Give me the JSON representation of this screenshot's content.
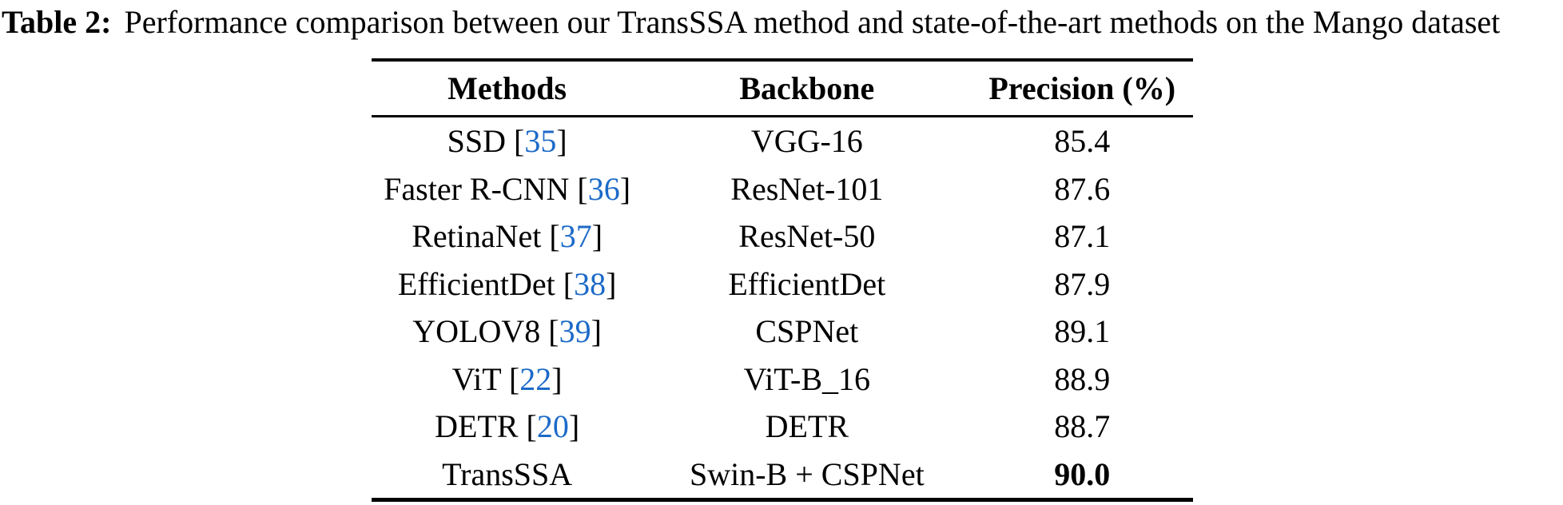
{
  "caption": {
    "label": "Table 2:",
    "text": "Performance comparison between our TransSSA method and state-of-the-art methods on the Mango dataset"
  },
  "table": {
    "link_color": "#1c6ac8",
    "headers": [
      "Methods",
      "Backbone",
      "Precision (%)"
    ],
    "rows": [
      {
        "method": "SSD",
        "ref_open": " [",
        "ref": "35",
        "ref_close": "]",
        "backbone": "VGG-16",
        "precision": "85.4"
      },
      {
        "method": "Faster R-CNN",
        "ref_open": " [",
        "ref": "36",
        "ref_close": "]",
        "backbone": "ResNet-101",
        "precision": "87.6"
      },
      {
        "method": "RetinaNet",
        "ref_open": " [",
        "ref": "37",
        "ref_close": "]",
        "backbone": "ResNet-50",
        "precision": "87.1"
      },
      {
        "method": "EfficientDet",
        "ref_open": " [",
        "ref": "38",
        "ref_close": "]",
        "backbone": "EfficientDet",
        "precision": "87.9"
      },
      {
        "method": "YOLOV8",
        "ref_open": " [",
        "ref": "39",
        "ref_close": "]",
        "backbone": "CSPNet",
        "precision": "89.1"
      },
      {
        "method": "ViT",
        "ref_open": " [",
        "ref": "22",
        "ref_close": "]",
        "backbone": "ViT-B_16",
        "precision": "88.9"
      },
      {
        "method": "DETR",
        "ref_open": " [",
        "ref": "20",
        "ref_close": "]",
        "backbone": "DETR",
        "precision": "88.7"
      },
      {
        "method": "TransSSA",
        "backbone": "Swin-B + CSPNet",
        "precision": "90.0"
      }
    ]
  }
}
